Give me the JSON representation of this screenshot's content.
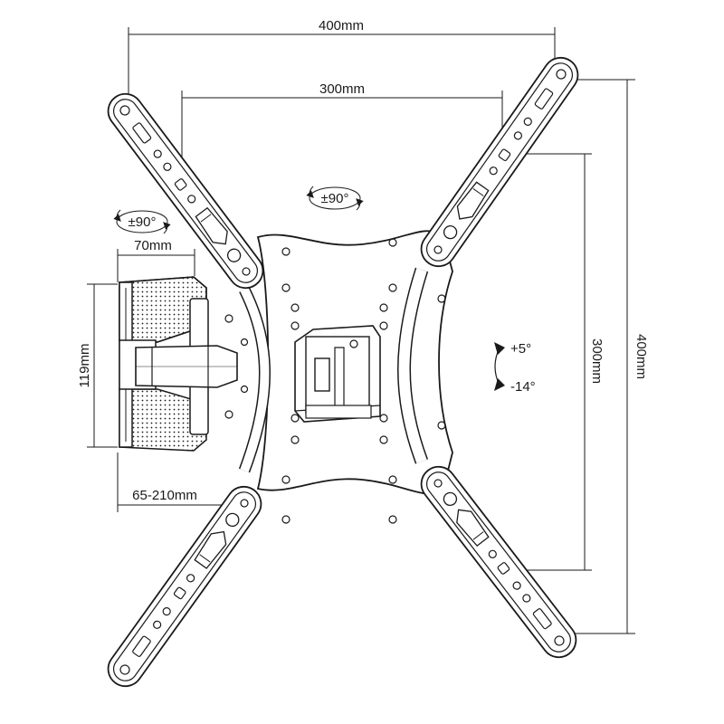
{
  "dimensions": {
    "vesa_width_max": "400mm",
    "vesa_width_inner": "300mm",
    "vesa_height_max": "400mm",
    "vesa_height_inner": "300mm",
    "wall_plate_width": "70mm",
    "wall_plate_height": "119mm",
    "arm_extension": "65-210mm"
  },
  "rotation": {
    "swivel_top": "±90°",
    "swivel_left": "±90°",
    "tilt_up": "+5°",
    "tilt_down": "-14°"
  },
  "colors": {
    "line": "#1a1a1a",
    "background": "#ffffff"
  }
}
